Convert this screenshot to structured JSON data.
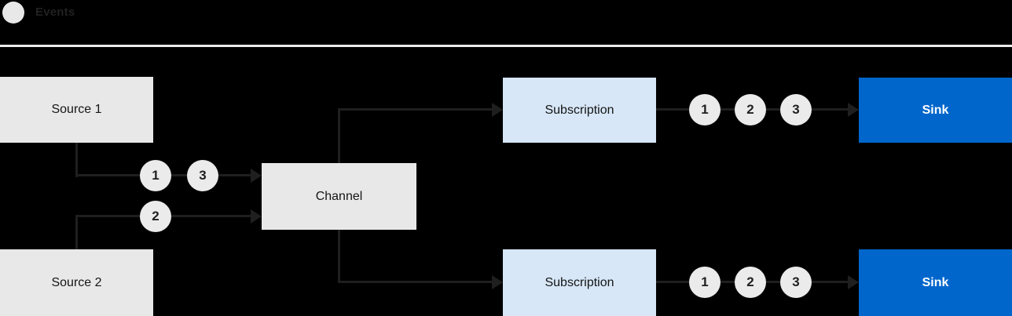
{
  "legend": {
    "label": "Events"
  },
  "colors": {
    "background": "#000000",
    "node_gray": "#e8e8e8",
    "node_light_blue": "#d7e7f7",
    "node_blue": "#0066cc",
    "badge_fill": "#ebebeb",
    "line": "#1f1f1f",
    "divider": "#ebebeb",
    "text_dark": "#151515",
    "text_white": "#ffffff"
  },
  "diagram": {
    "nodes": {
      "source1": "Source 1",
      "source2": "Source 2",
      "channel": "Channel",
      "subscription1": "Subscription",
      "subscription2": "Subscription",
      "sink1": "Sink",
      "sink2": "Sink"
    },
    "event_badges": {
      "source1_path": [
        "1",
        "3"
      ],
      "source2_path": [
        "2"
      ],
      "subscription1_path": [
        "1",
        "2",
        "3"
      ],
      "subscription2_path": [
        "1",
        "2",
        "3"
      ]
    }
  }
}
